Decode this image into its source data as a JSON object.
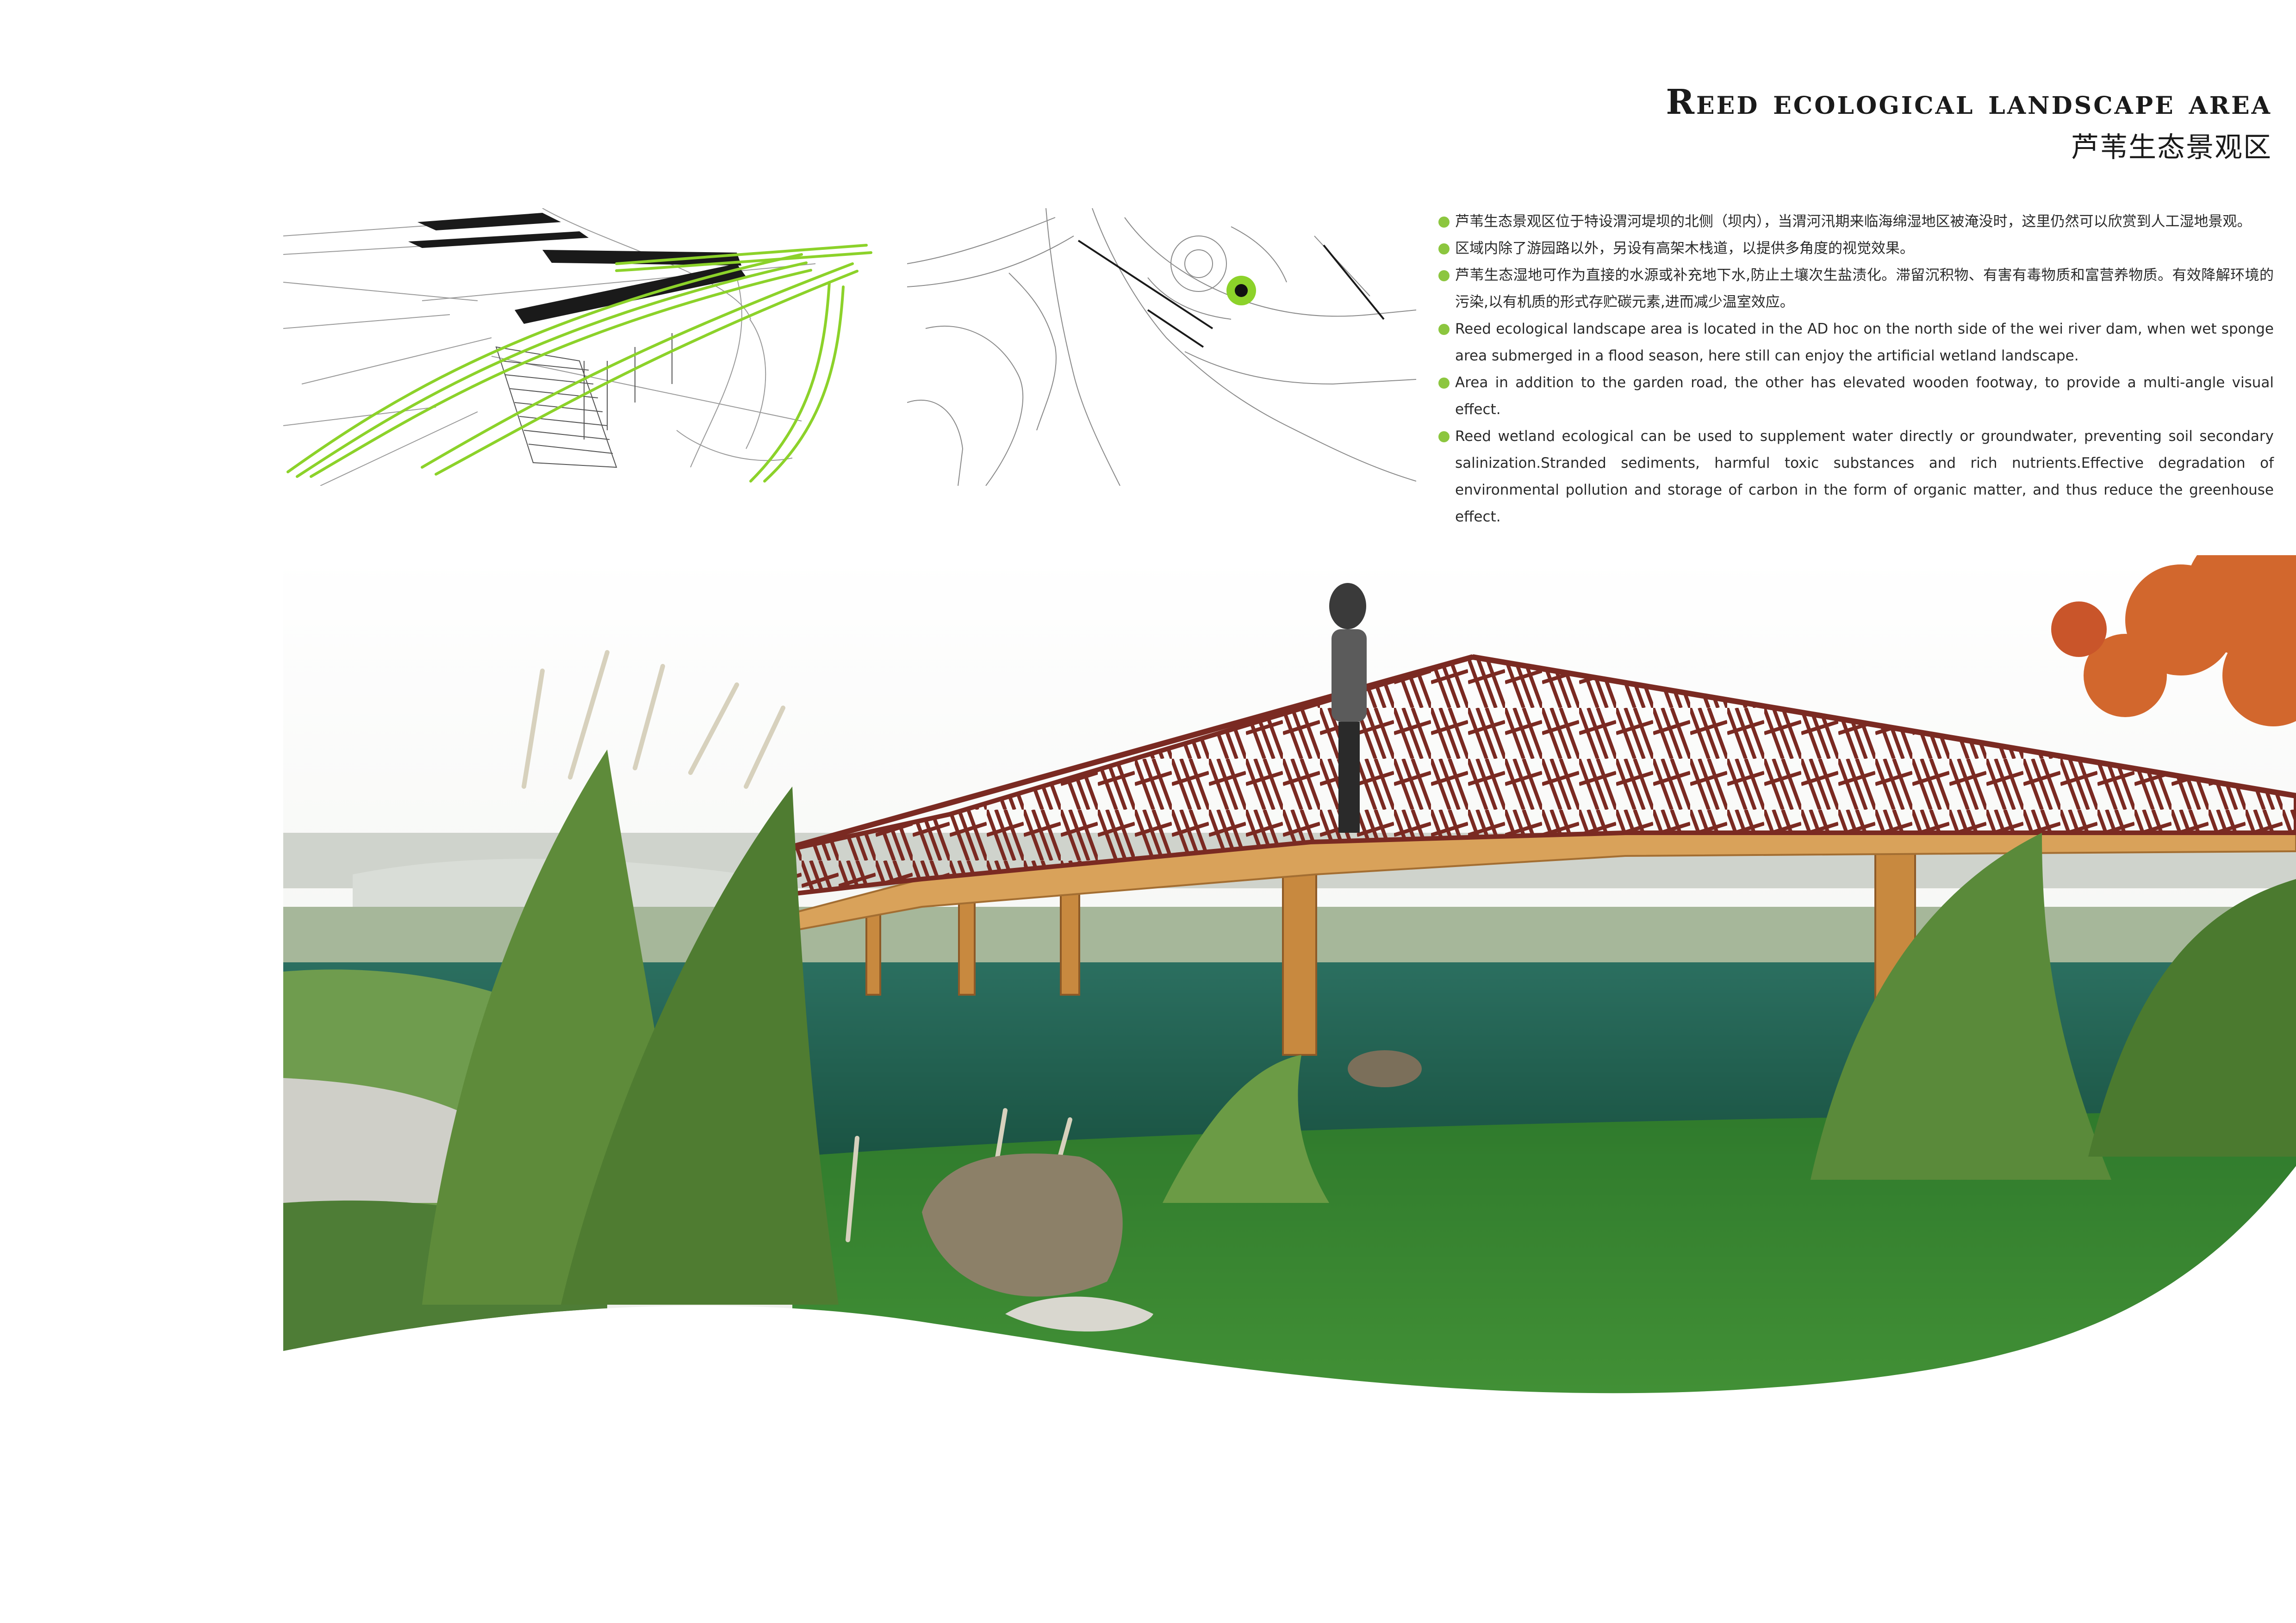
{
  "header": {
    "title_en": "Reed ecological landscape area",
    "title_zh": "芦苇生态景观区"
  },
  "description": [
    "芦苇生态景观区位于特设渭河堤坝的北侧（坝内），当渭河汛期来临海绵湿地区被淹没时，这里仍然可以欣赏到人工湿地景观。",
    "区域内除了游园路以外，另设有高架木栈道，以提供多角度的视觉效果。",
    "芦苇生态湿地可作为直接的水源或补充地下水,防止土壤次生盐渍化。滞留沉积物、有害有毒物质和富营养物质。有效降解环境的污染,以有机质的形式存贮碳元素,进而减少温室效应。",
    "Reed ecological landscape area is located in the AD hoc on the north side of the wei river dam, when wet sponge area submerged in a flood season, here still can enjoy the artificial wetland landscape.",
    "Area in addition to the garden road, the other has elevated wooden footway, to provide a multi-angle visual effect.",
    "Reed wetland ecological can be used to supplement water directly or groundwater, preventing soil secondary salinization.Stranded sediments, harmful toxic substances and rich nutrients.Effective degradation of environmental pollution and storage of carbon in the form of organic matter, and thus reduce the greenhouse effect."
  ],
  "colors": {
    "bullet": "#8cc63f",
    "highlight": "#8cc63f",
    "bridge_railing": "#7a2a22",
    "bridge_timber": "#c8893f",
    "water": "#1f5e4e",
    "lawn": "#2f7a2c"
  },
  "images": {
    "perspective_sketch": "bridge-perspective-sketch",
    "site_plan": "site-plan-locator",
    "render": "reed-wetland-bridge-rendering"
  }
}
